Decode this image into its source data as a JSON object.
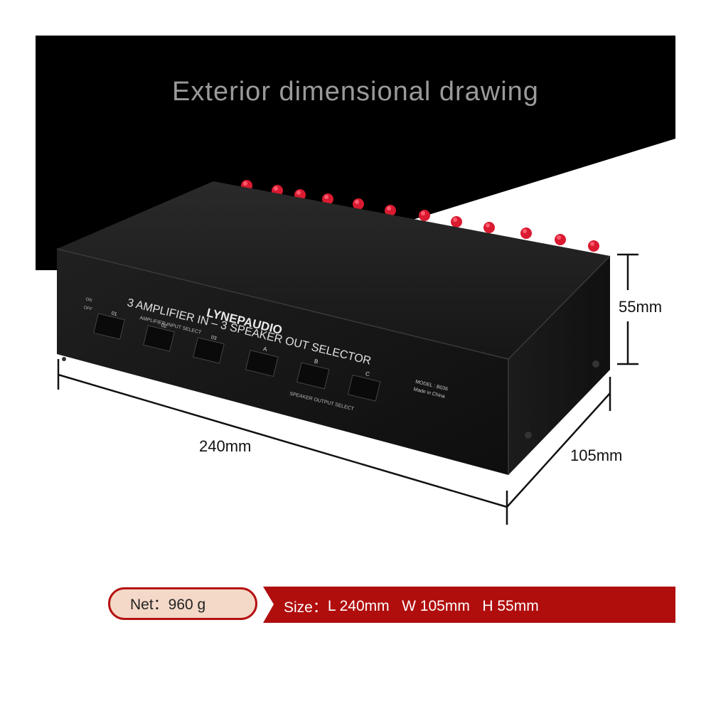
{
  "heading": "Exterior dimensional drawing",
  "product": {
    "brand": "LYNEPAUDIO",
    "title": "3 AMPLIFIER IN – 3 SPEAKER OUT SELECTOR",
    "input_group_label": "AMPLIFIER INPUT SELECT",
    "output_group_label": "SPEAKER OUTPUT SELECT",
    "input_buttons": [
      "01",
      "02",
      "03"
    ],
    "output_buttons": [
      "A",
      "B",
      "C"
    ],
    "on_label": "ON",
    "off_label": "OFF",
    "model": "MODEL : B036",
    "origin": "Made in China"
  },
  "dimensions": {
    "height": "55mm",
    "length": "240mm",
    "width": "105mm"
  },
  "specs": {
    "net": "Net：960 g",
    "size_label": "Size：",
    "size_l": "L 240mm",
    "size_w": "W 105mm",
    "size_h": "H 55mm"
  },
  "colors": {
    "banner": "#000000",
    "device": "#1a1a1a",
    "terminal": "#e0223a",
    "accent_red": "#b00d0d",
    "net_fill": "#f4d9c8"
  }
}
